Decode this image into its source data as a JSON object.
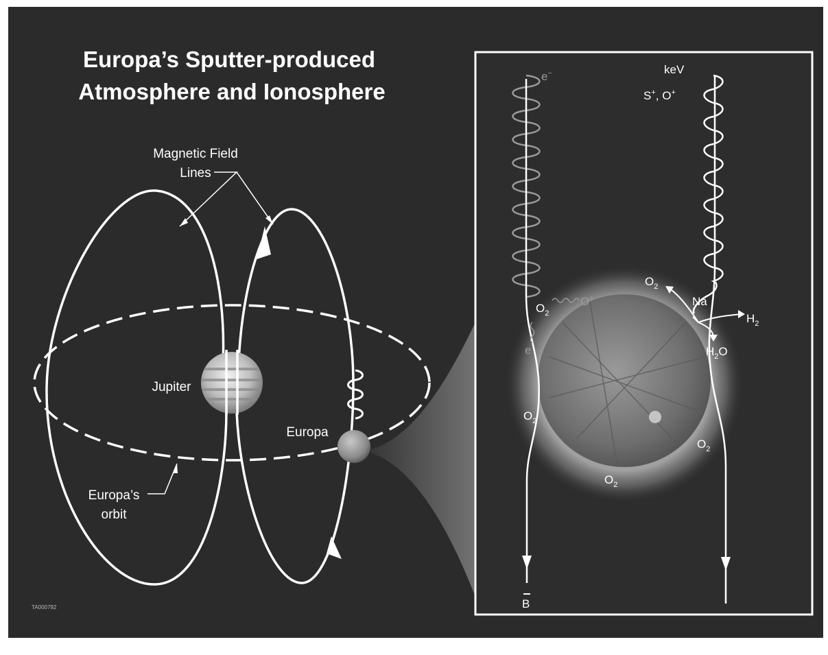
{
  "title": {
    "line1": "Europa’s Sputter-produced",
    "line2": "Atmosphere and Ionosphere"
  },
  "left": {
    "magnetic_field_line1": "Magnetic Field",
    "magnetic_field_line2": "Lines",
    "jupiter": "Jupiter",
    "europa": "Europa",
    "orbit_line1": "Europa’s",
    "orbit_line2": "orbit",
    "figure_id": "TA000792"
  },
  "right": {
    "electron": "e",
    "electron_sup": "−",
    "kev": "keV",
    "ions_s": "S",
    "ions_sep": ", O",
    "ion_sup": "+",
    "o_plus": "O",
    "o_plus_sup": "+",
    "o2_base": "O",
    "o2_sub": "2",
    "na": "Na",
    "h2_base": "H",
    "h2_sub": "2",
    "h2o_h": "H",
    "h2o_sub": "2",
    "h2o_o": "O",
    "e_faint": "e",
    "b_field": "B"
  },
  "colors": {
    "background": "#2b2b2b",
    "foreground": "#ffffff",
    "faint": "#9a9a9a"
  }
}
